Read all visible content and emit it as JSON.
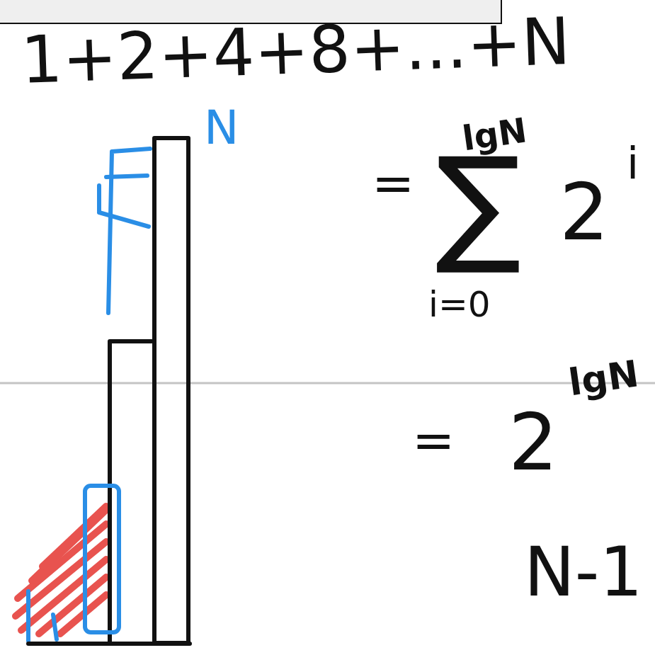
{
  "diagram": {
    "labels": [
      "1+2+4+8+...+N",
      "N",
      "lgN",
      "=",
      "∑",
      "2",
      "i",
      "i=0",
      "=",
      "2",
      "lgN",
      "N-1"
    ]
  }
}
